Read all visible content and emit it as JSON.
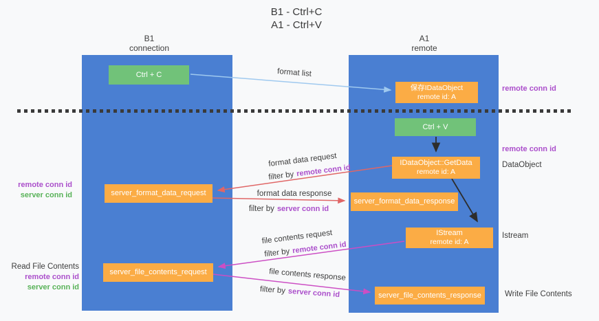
{
  "title": {
    "line1": "B1 - Ctrl+C",
    "line2": "A1 - Ctrl+V"
  },
  "lanes": {
    "left": {
      "title": "B1",
      "subtitle": "connection"
    },
    "right": {
      "title": "A1",
      "subtitle": "remote"
    }
  },
  "nodes": {
    "ctrl_c": {
      "label": "Ctrl + C"
    },
    "ctrl_v": {
      "label": "Ctrl + V"
    },
    "saved_dataobject": {
      "line1": "保存IDataObject",
      "line2": "remote id: A"
    },
    "getdata": {
      "line1": "IDataObject::GetData",
      "line2": "remote id: A"
    },
    "istream": {
      "line1": "IStream",
      "line2": "remote id: A"
    },
    "server_format_data_request": {
      "label": "server_format_data_request"
    },
    "server_format_data_response": {
      "label": "server_format_data_response"
    },
    "server_file_contents_request": {
      "label": "server_file_contents_request"
    },
    "server_file_contents_response": {
      "label": "server_file_contents_response"
    }
  },
  "arrow_labels": {
    "format_list": "format list",
    "format_data_request": "format data request",
    "format_data_request_filter": {
      "prefix": "filter by",
      "id": "remote conn id"
    },
    "format_data_response": "format data response",
    "format_data_response_filter": {
      "prefix": "filter by",
      "id": "server conn id"
    },
    "file_contents_request": "file contents request",
    "file_contents_request_filter": {
      "prefix": "filter by",
      "id": "remote conn id"
    },
    "file_contents_response": "file contents response",
    "file_contents_response_filter": {
      "prefix": "filter by",
      "id": "server conn id"
    }
  },
  "side_labels": {
    "remote_conn_id_top": "remote conn id",
    "remote_conn_id_mid": "remote conn id",
    "dataobject": "DataObject",
    "istream": "Istream",
    "write_file_contents": "Write File Contents",
    "read_file_contents": "Read File Contents",
    "left_mid": {
      "remote": "remote conn id",
      "server": "server conn id"
    },
    "left_bottom": {
      "remote": "remote conn id",
      "server": "server conn id"
    }
  },
  "colors": {
    "lane_blue": "#4a7fd2",
    "node_orange": "#fbac45",
    "node_green": "#71c279",
    "purple_id": "#ab4fcb",
    "green_id": "#58b258",
    "arrow_red": "#e06666",
    "arrow_magenta": "#cc4ec4",
    "arrow_lightblue": "#9fc9ef",
    "arrow_black": "#2d2d2d",
    "background": "#f8f9fa"
  }
}
